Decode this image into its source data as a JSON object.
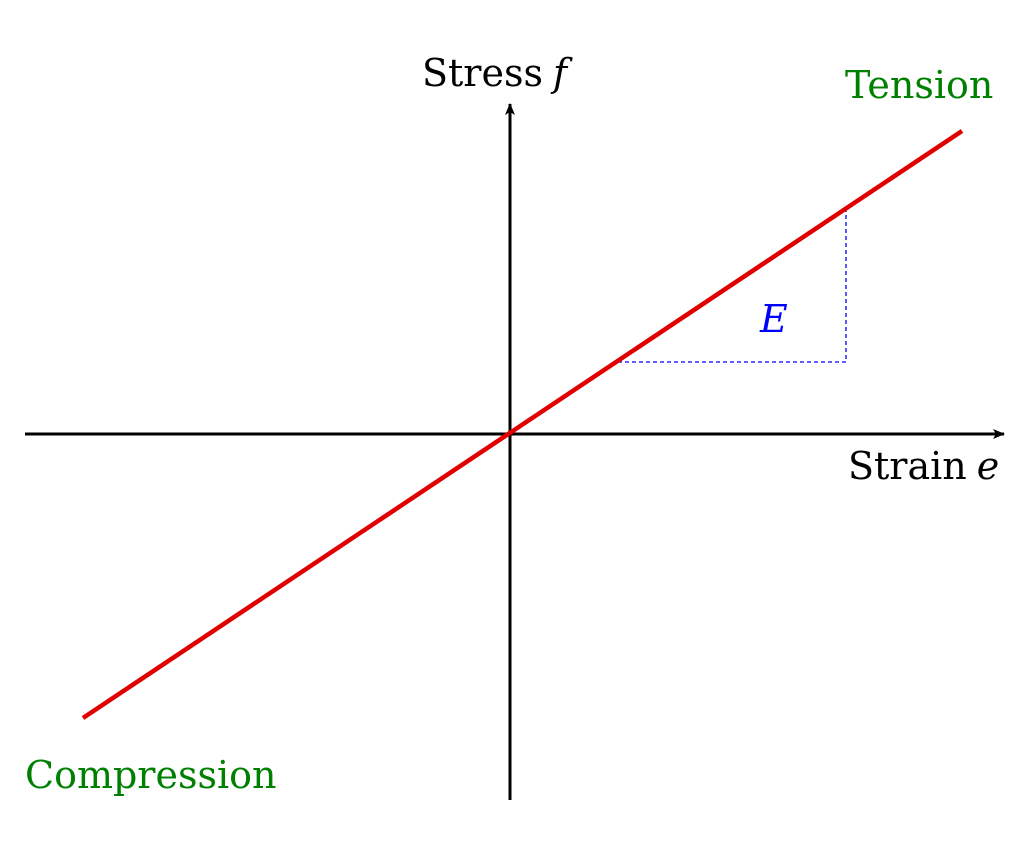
{
  "axes": {
    "y_label": {
      "word": "Stress",
      "symbol": "f"
    },
    "x_label": {
      "word": "Strain",
      "symbol": "e"
    }
  },
  "regions": {
    "tension": "Tension",
    "compression": "Compression"
  },
  "modulus": {
    "symbol": "E"
  },
  "colors": {
    "axis": "#000000",
    "line": "#e00000",
    "region_label": "#008000",
    "modulus": "#0000ff",
    "background": "#ffffff"
  }
}
